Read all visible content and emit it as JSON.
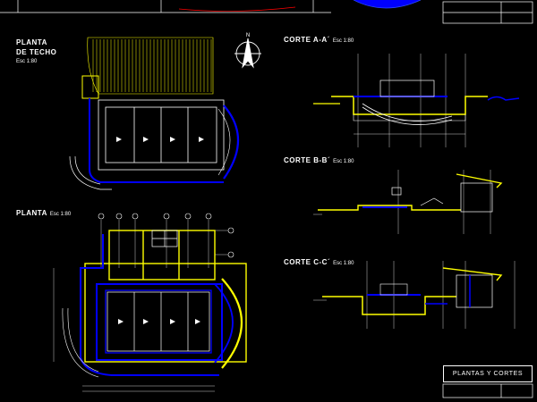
{
  "drawing": {
    "roof_plan": {
      "title_line1": "PLANTA",
      "title_line2": "DE TECHO",
      "scale": "Esc 1:80"
    },
    "floor_plan": {
      "title": "PLANTA",
      "scale": "Esc 1:80"
    },
    "section_aa": {
      "title": "CORTE A-A´",
      "scale": "Esc 1:80"
    },
    "section_bb": {
      "title": "CORTE B-B´",
      "scale": "Esc 1:80"
    },
    "section_cc": {
      "title": "CORTE C-C´",
      "scale": "Esc 1:80"
    },
    "north_arrow": {
      "label": "N",
      "icon": "north-arrow-icon"
    },
    "title_block": {
      "sheet_title": "PLANTAS Y CORTES"
    }
  },
  "colors": {
    "background": "#000000",
    "yellow": "#ffff00",
    "blue": "#0000ff",
    "white": "#ffffff",
    "red": "#ff0000",
    "green": "#00c000"
  }
}
